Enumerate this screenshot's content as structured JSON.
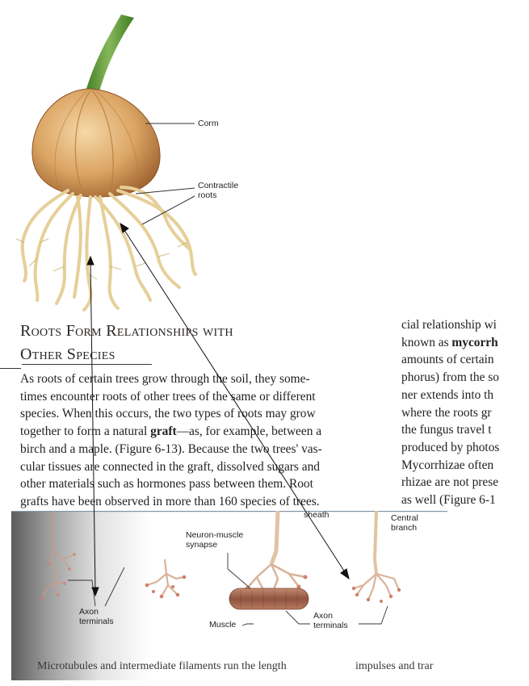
{
  "top_figure": {
    "labels": {
      "corm": "Corm",
      "contractile_roots_line1": "Contractile",
      "contractile_roots_line2": "roots"
    }
  },
  "article": {
    "heading_line1": "Roots Form Relationships with",
    "heading_line2": "Other Species",
    "body_lines": [
      "As roots of certain trees grow through the soil, they some-",
      "times encounter roots of other trees of the same or different",
      "species. When this occurs, the two types of roots may grow",
      "together to form a natural graft—as, for example, between a",
      "birch and a maple. (Figure 6-13). Because the two trees' vas-",
      "cular tissues are connected in the graft, dissolved sugars and",
      "other materials such as hormones pass between them. Root",
      "grafts have been observed in more than 160 species of trees."
    ],
    "bold_term": "graft"
  },
  "right_column": {
    "lines": [
      "cial relationship wi",
      "known as mycorrh",
      "amounts of certain",
      "phorus) from the so",
      "ner extends into th",
      "where the roots gr",
      "the fungus travel t",
      "produced by photos",
      "Mycorrhizae often",
      "rhizae are not prese",
      "as well (Figure 6-1"
    ],
    "bold_term": "mycorrh"
  },
  "bottom_figure": {
    "labels": {
      "sheath": "sheath",
      "central_branch_line1": "Central",
      "central_branch_line2": "branch",
      "neuron_muscle_line1": "Neuron-muscle",
      "neuron_muscle_line2": "synapse",
      "axon_terminals_left_line1": "Axon",
      "axon_terminals_left_line2": "terminals",
      "muscle": "Muscle",
      "axon_terminals_right_line1": "Axon",
      "axon_terminals_right_line2": "terminals"
    },
    "caption_left": "Microtubules and intermediate filaments run the length",
    "caption_right": "impulses and trar"
  },
  "colors": {
    "bulb": "#d9a25f",
    "stem": "#5f9a3a",
    "root": "#e9d3a0",
    "nerve": "#e3b79a",
    "muscle": "#a86a52",
    "panel_rule": "#7f95aa"
  }
}
